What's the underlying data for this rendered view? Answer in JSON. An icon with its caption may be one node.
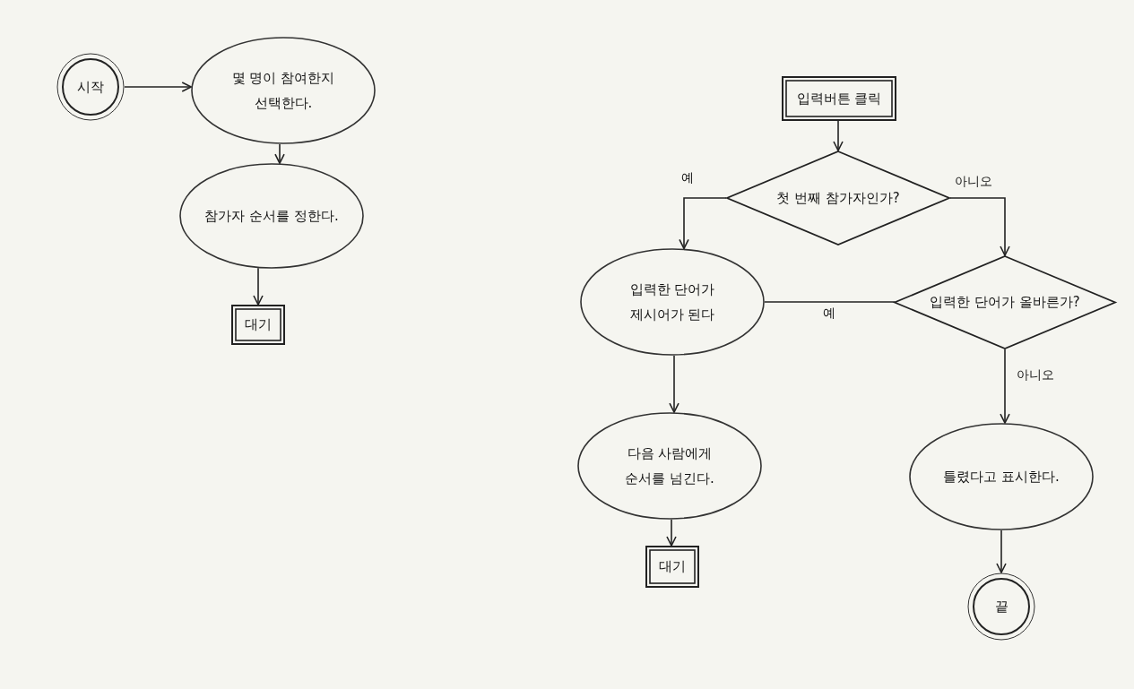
{
  "diagram": {
    "nodes": [
      {
        "text": [
          "시작"
        ]
      },
      {
        "text": [
          "몇 명이 참여한지 선택한다."
        ]
      },
      {
        "text": [
          "참가자 순서를 정한다."
        ]
      },
      {
        "text": [
          "대기"
        ]
      },
      {
        "text": [
          "입력버튼 클릭"
        ]
      },
      {
        "text": [
          "첫 번째 참가자인가?"
        ]
      },
      {
        "text": [
          "입력한 단어가 올바른가?"
        ]
      },
      {
        "text": [
          "입력한 단어가 제시어가 된다"
        ]
      },
      {
        "text": [
          "다음 사람에게 순서를 넘긴다."
        ]
      },
      {
        "text": [
          "대기"
        ]
      },
      {
        "text": [
          "틀렸다고 표시한다."
        ]
      },
      {
        "text": [
          "끝"
        ]
      }
    ],
    "edges": [
      {
        "from": 0,
        "to": 1,
        "arrow": "to"
      },
      {
        "from": 1,
        "to": 2,
        "arrow": "to"
      },
      {
        "from": 2,
        "to": 3,
        "arrow": "to"
      },
      {
        "from": 4,
        "to": 5,
        "arrow": "to"
      },
      {
        "from": 5,
        "to": 7,
        "arrow": "to",
        "label": "예"
      },
      {
        "from": 5,
        "to": 6,
        "arrow": "to",
        "label": "아니오"
      },
      {
        "from": 6,
        "to": 7,
        "arrow": "none",
        "label": "예"
      },
      {
        "from": 7,
        "to": 8,
        "arrow": "to"
      },
      {
        "from": 6,
        "to": 10,
        "arrow": "to",
        "label": "아니오"
      },
      {
        "from": 8,
        "to": 9,
        "arrow": "to"
      },
      {
        "from": 10,
        "to": 11,
        "arrow": "to"
      }
    ]
  }
}
